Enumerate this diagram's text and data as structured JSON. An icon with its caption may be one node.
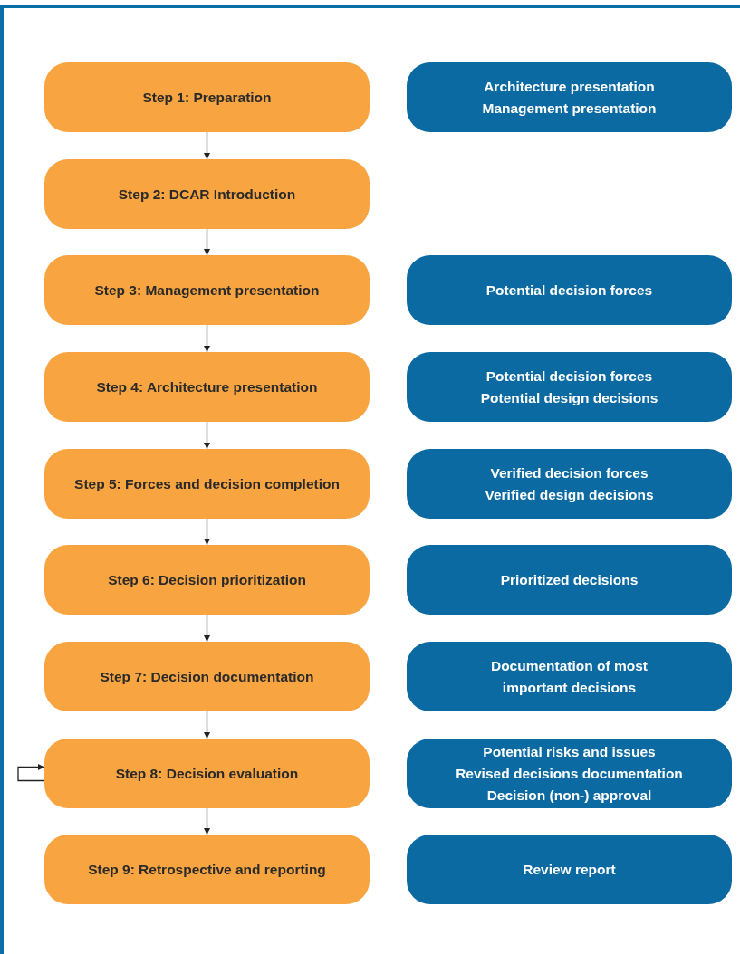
{
  "diagram": {
    "nodes": [
      {
        "text": [
          "Step 1: Preparation"
        ]
      },
      {
        "text": [
          "Architecture presentation",
          "Management presentation"
        ]
      },
      {
        "text": [
          "Step 2: DCAR Introduction"
        ]
      },
      {
        "text": [
          "Step 3: Management presentation"
        ]
      },
      {
        "text": [
          "Potential decision forces"
        ]
      },
      {
        "text": [
          "Step 4: Architecture presentation"
        ]
      },
      {
        "text": [
          "Potential decision forces",
          "Potential design decisions"
        ]
      },
      {
        "text": [
          "Step 5: Forces and decision completion"
        ]
      },
      {
        "text": [
          "Verified decision forces",
          "Verified design decisions"
        ]
      },
      {
        "text": [
          "Step 6: Decision prioritization"
        ]
      },
      {
        "text": [
          "Prioritized decisions"
        ]
      },
      {
        "text": [
          "Step 7: Decision documentation"
        ]
      },
      {
        "text": [
          "Documentation of most important decisions"
        ]
      },
      {
        "text": [
          "Step 8: Decision evaluation"
        ]
      },
      {
        "text": [
          "Potential risks and issues",
          "Revised decisions documentation",
          "Decision (non-) approval"
        ]
      },
      {
        "text": [
          "Step 9: Retrospective and reporting"
        ]
      },
      {
        "text": [
          "Review report"
        ]
      }
    ],
    "edges": [
      {
        "from": 0,
        "to": 2,
        "arrow": "to"
      },
      {
        "from": 2,
        "to": 3,
        "arrow": "to"
      },
      {
        "from": 3,
        "to": 5,
        "arrow": "to"
      },
      {
        "from": 5,
        "to": 7,
        "arrow": "to"
      },
      {
        "from": 7,
        "to": 9,
        "arrow": "to"
      },
      {
        "from": 9,
        "to": 11,
        "arrow": "to"
      },
      {
        "from": 11,
        "to": 13,
        "arrow": "to"
      },
      {
        "from": 13,
        "to": 13,
        "arrow": "to"
      },
      {
        "from": 13,
        "to": 15,
        "arrow": "to"
      }
    ]
  }
}
